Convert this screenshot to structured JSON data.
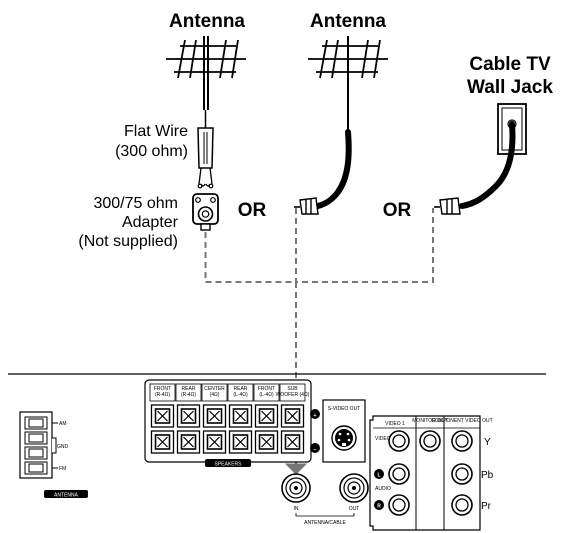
{
  "antennas": {
    "left_title": "Antenna",
    "middle_title": "Antenna",
    "cable_title_line1": "Cable TV",
    "cable_title_line2": "Wall Jack"
  },
  "labels": {
    "flat_wire_line1": "Flat Wire",
    "flat_wire_line2": "(300 ohm)",
    "adapter_line1": "300/75 ohm",
    "adapter_line2": "Adapter",
    "adapter_line3": "(Not supplied)",
    "or_1": "OR",
    "or_2": "OR"
  },
  "panel": {
    "am": "AM",
    "gnd": "GND",
    "fm": "FM",
    "antenna_badge": "ANTENNA",
    "speaker_headers": [
      {
        "line1": "FRONT",
        "line2": "(R-4Ω)"
      },
      {
        "line1": "REAR",
        "line2": "(R-4Ω)"
      },
      {
        "line1": "CENTER",
        "line2": "(4Ω)"
      },
      {
        "line1": "REAR",
        "line2": "(L-4Ω)"
      },
      {
        "line1": "FRONT",
        "line2": "(L-4Ω)"
      },
      {
        "line1": "SUB",
        "line2": "WOOFER (4Ω)"
      }
    ],
    "speakers_badge": "SPEAKERS",
    "svideo_out": "S-VIDEO OUT",
    "in": "IN",
    "out": "OUT",
    "antenna_cable": "ANTENNA/CABLE",
    "video1": "VIDEO 1",
    "monitor_out": "MONITOR OUT",
    "component_video_out": "COMPONENT VIDEO OUT",
    "video_side": "VIDEO",
    "audio_side": "AUDIO",
    "y": "Y",
    "pb": "Pb",
    "pr": "Pr",
    "l": "L",
    "r": "R",
    "plus": "+",
    "minus": "−"
  }
}
